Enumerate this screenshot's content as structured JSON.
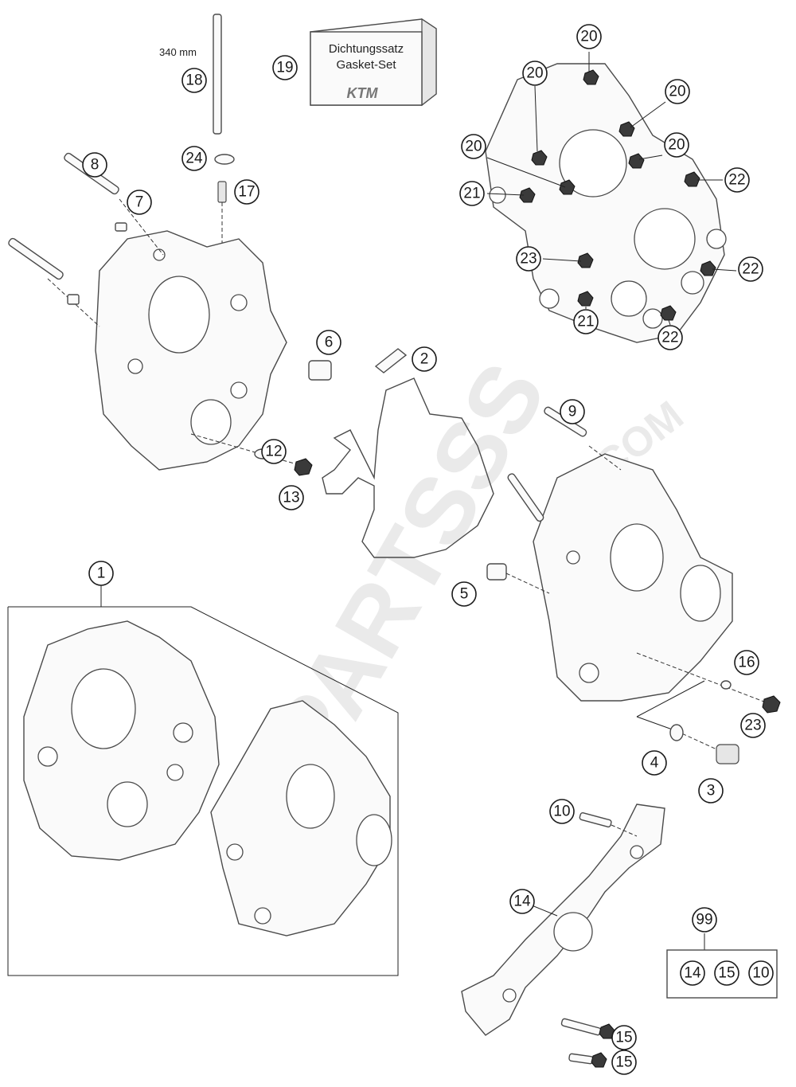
{
  "watermark": {
    "text": "PARTSSS",
    "suffix": ".COM"
  },
  "gasket_box": {
    "line1": "Dichtungssatz",
    "line2": "Gasket-Set",
    "brand": "KTM"
  },
  "rod_length_label": "340 mm",
  "callouts": {
    "c1": "1",
    "c2": "2",
    "c3": "3",
    "c4": "4",
    "c5": "5",
    "c6": "6",
    "c7": "7",
    "c8": "8",
    "c9": "9",
    "c10": "10",
    "c12": "12",
    "c13": "13",
    "c14": "14",
    "c15": "15",
    "c16": "16",
    "c17": "17",
    "c18": "18",
    "c19": "19",
    "c20a": "20",
    "c20b": "20",
    "c20c": "20",
    "c20d": "20",
    "c20e": "20",
    "c21a": "21",
    "c21b": "21",
    "c22a": "22",
    "c22b": "22",
    "c22c": "22",
    "c23a": "23",
    "c23b": "23",
    "c24": "24",
    "c99": "99",
    "c10b": "10",
    "c14b": "14",
    "c15b": "15",
    "c15c": "15"
  }
}
